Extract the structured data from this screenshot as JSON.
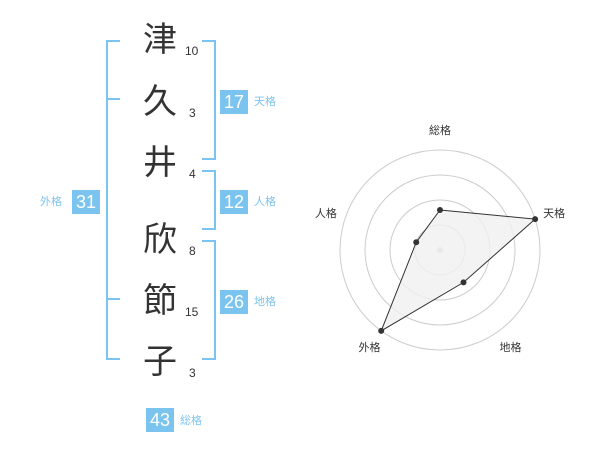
{
  "name": {
    "characters": [
      {
        "char": "津",
        "strokes": "10"
      },
      {
        "char": "久",
        "strokes": "3"
      },
      {
        "char": "井",
        "strokes": "4"
      },
      {
        "char": "欣",
        "strokes": "8"
      },
      {
        "char": "節",
        "strokes": "15"
      },
      {
        "char": "子",
        "strokes": "3"
      }
    ]
  },
  "fortunes": {
    "tenkaku": {
      "value": "17",
      "label": "天格"
    },
    "jinkaku": {
      "value": "12",
      "label": "人格"
    },
    "chikaku": {
      "value": "26",
      "label": "地格"
    },
    "gaikaku": {
      "value": "31",
      "label": "外格"
    },
    "soukaku": {
      "value": "43",
      "label": "総格"
    }
  },
  "chart_data": {
    "type": "radar",
    "axes": [
      "総格",
      "天格",
      "地格",
      "外格",
      "人格"
    ],
    "levels": 4,
    "range": [
      0,
      4
    ],
    "values": [
      1.6,
      4,
      1.6,
      4,
      1.0
    ],
    "colors": {
      "fill": "#f0f0f0",
      "stroke": "#333333",
      "grid": "#cccccc",
      "point": "#333333"
    }
  },
  "colors": {
    "accent": "#7cc4f0",
    "text": "#333333"
  }
}
